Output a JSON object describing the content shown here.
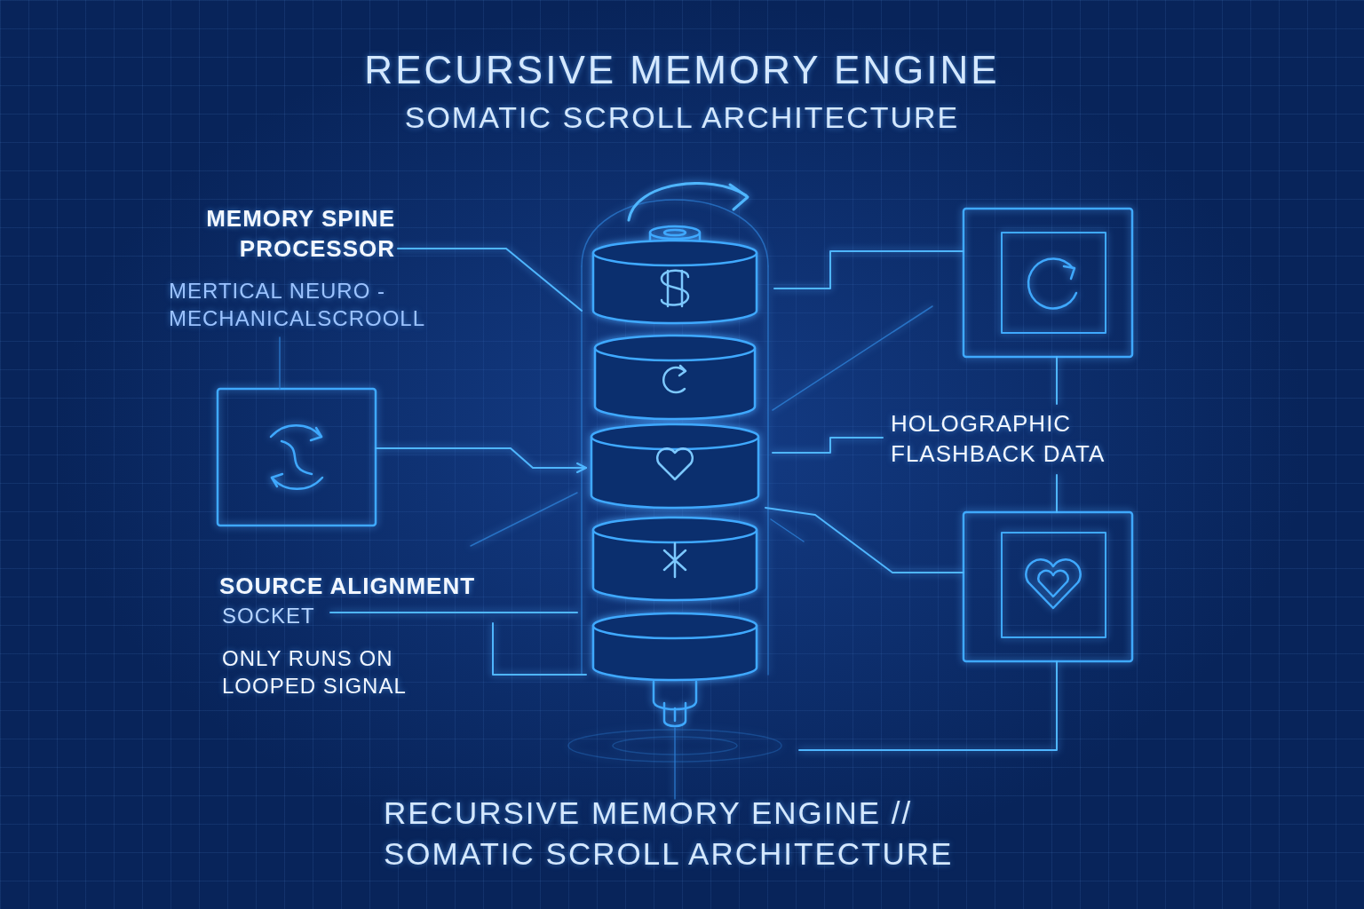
{
  "diagram": {
    "title": "RECURSIVE MEMORY ENGINE",
    "caption": "RECURSIVE MEMORY ENGINE // SOMATIC SCROLL ARCHITECTURE",
    "labels": [
      "SOMATIC SCROLL ARCHITECTURE",
      "MEMORY SPINE PROCESSOR",
      "MERTICAL NEURO - MECHANICALSCROOLL",
      "HOLOGRAPHIC FLASHBACK DATA",
      "SOURCE ALIGNMENT",
      "SOCKET",
      "ONLY RUNS ON LOOPED SIGNAL"
    ]
  }
}
